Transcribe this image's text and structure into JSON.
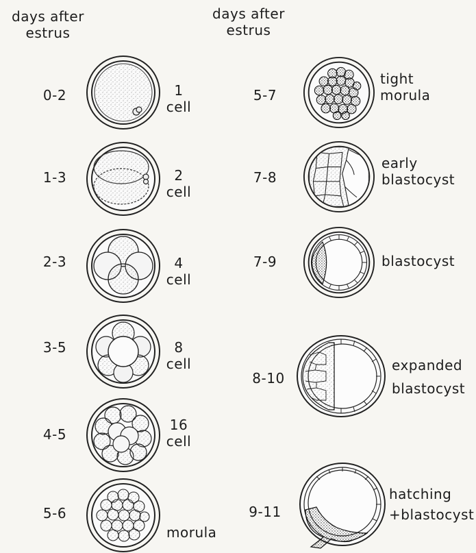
{
  "headers": {
    "left": [
      "days after",
      "estrus"
    ],
    "right": [
      "days after",
      "estrus"
    ]
  },
  "left_column": [
    {
      "days": "0-2",
      "label": [
        "1",
        "cell"
      ]
    },
    {
      "days": "1-3",
      "label": [
        "2",
        "cell"
      ]
    },
    {
      "days": "2-3",
      "label": [
        "4",
        "cell"
      ]
    },
    {
      "days": "3-5",
      "label": [
        "8",
        "cell"
      ]
    },
    {
      "days": "4-5",
      "label": [
        "16",
        "cell"
      ]
    },
    {
      "days": "5-6",
      "label": [
        "morula"
      ]
    }
  ],
  "right_column": [
    {
      "days": "5-7",
      "label": [
        "tight",
        "morula"
      ]
    },
    {
      "days": "7-8",
      "label": [
        "early",
        "blastocyst"
      ]
    },
    {
      "days": "7-9",
      "label": [
        "blastocyst"
      ]
    },
    {
      "days": "8-10",
      "label": [
        "expanded",
        "blastocyst"
      ]
    },
    {
      "days": "9-11",
      "label": [
        "hatching",
        "+blastocyst"
      ]
    }
  ]
}
